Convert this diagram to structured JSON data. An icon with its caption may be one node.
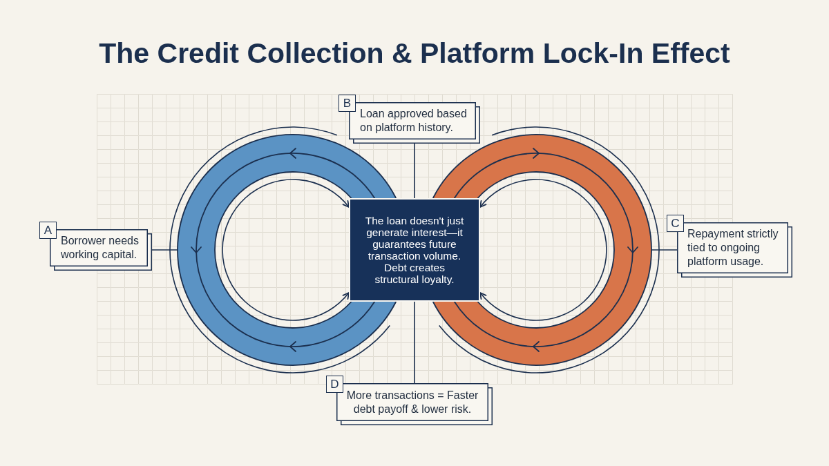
{
  "diagram": {
    "title": "The Credit Collection & Platform Lock-In Effect",
    "nodes": [
      {
        "text": [
          "A",
          "Borrower needs working capital."
        ]
      },
      {
        "text": [
          "B",
          "Loan approved based on platform history."
        ]
      },
      {
        "text": [
          "The loan doesn't just generate interest—it guarantees future transaction volume. Debt creates structural loyalty."
        ]
      },
      {
        "text": [
          "C",
          "Repayment strictly tied to ongoing platform usage."
        ]
      },
      {
        "text": [
          "D",
          "More transactions = Faster debt payoff & lower risk."
        ]
      }
    ],
    "edges": [
      {
        "from": 0,
        "to": null,
        "arrow": "none"
      },
      {
        "from": 1,
        "to": 2,
        "arrow": "none"
      },
      {
        "from": 3,
        "to": null,
        "arrow": "none"
      },
      {
        "from": 4,
        "to": 2,
        "arrow": "none"
      },
      {
        "from": 2,
        "to": 2,
        "arrow": "both"
      },
      {
        "from": 2,
        "to": 2,
        "arrow": "both"
      }
    ]
  }
}
